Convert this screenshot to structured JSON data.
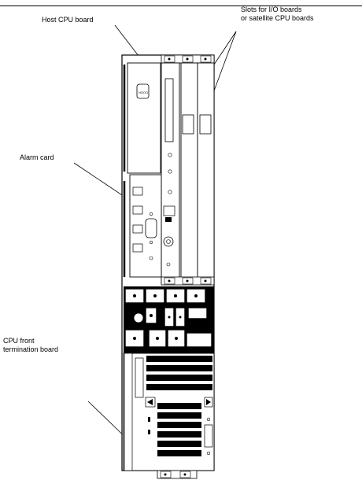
{
  "labels": {
    "host_cpu_board": "Host CPU board",
    "slots_line1": "Slots for I/O boards",
    "slots_line2": "or satellite CPU boards",
    "alarm_card": "Alarm card",
    "cpu_front_line1": "CPU front",
    "cpu_front_line2": "termination board"
  },
  "colors": {
    "ink": "#000000",
    "paper": "#ffffff",
    "shade": "#bfbfbf"
  }
}
